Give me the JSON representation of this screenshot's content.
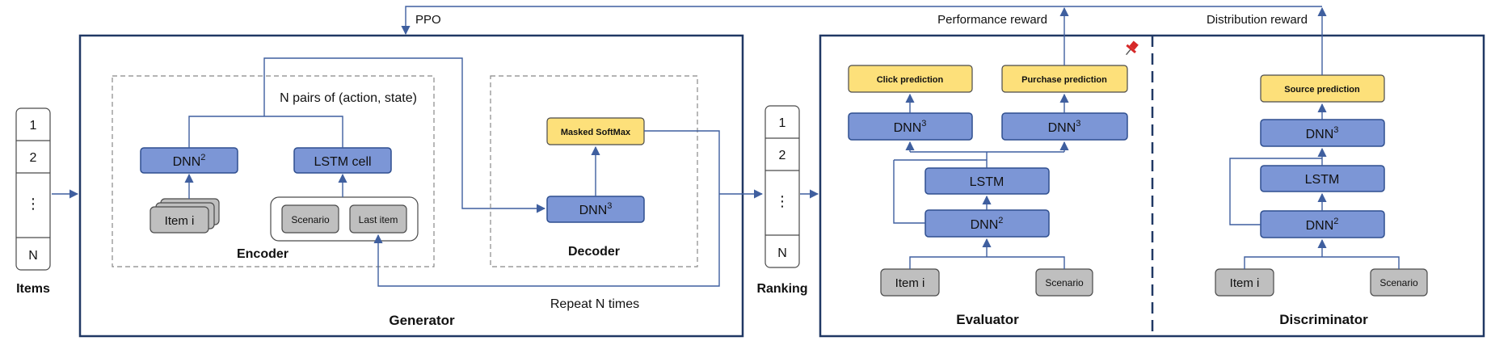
{
  "items_list": {
    "cells": [
      "1",
      "2",
      "⋮",
      "N"
    ],
    "label": "Items"
  },
  "ranking_list": {
    "cells": [
      "1",
      "2",
      "⋮",
      "N"
    ],
    "label": "Ranking"
  },
  "feedback": {
    "ppo": "PPO",
    "performance_reward": "Performance reward",
    "distribution_reward": "Distribution reward"
  },
  "generator": {
    "title": "Generator",
    "repeat_label": "Repeat N times",
    "encoder": {
      "title": "Encoder",
      "pairs_label": "N pairs of (action, state)",
      "dnn2": "DNN",
      "dnn2_sup": "2",
      "lstm_cell": "LSTM cell",
      "item_i": "Item i",
      "scenario": "Scenario",
      "last_item": "Last item"
    },
    "decoder": {
      "title": "Decoder",
      "masked_softmax": "Masked SoftMax",
      "dnn3": "DNN",
      "dnn3_sup": "3"
    }
  },
  "evaluator": {
    "title": "Evaluator",
    "click_prediction": "Click prediction",
    "purchase_prediction": "Purchase prediction",
    "dnn3_left": "DNN",
    "dnn3_left_sup": "3",
    "dnn3_right": "DNN",
    "dnn3_right_sup": "3",
    "lstm": "LSTM",
    "dnn2": "DNN",
    "dnn2_sup": "2",
    "item_i": "Item i",
    "scenario": "Scenario"
  },
  "discriminator": {
    "title": "Discriminator",
    "source_prediction": "Source prediction",
    "dnn3": "DNN",
    "dnn3_sup": "3",
    "lstm": "LSTM",
    "dnn2": "DNN",
    "dnn2_sup": "2",
    "item_i": "Item i",
    "scenario": "Scenario"
  },
  "colors": {
    "frame": "#203864",
    "blue_box": "#7c96d6",
    "yellow_box": "#fde07a",
    "grey_box": "#bfbfbf",
    "arrow": "#3f5f9f",
    "pin": "#d62828"
  },
  "icons": {
    "pin": "pushpin-icon"
  }
}
